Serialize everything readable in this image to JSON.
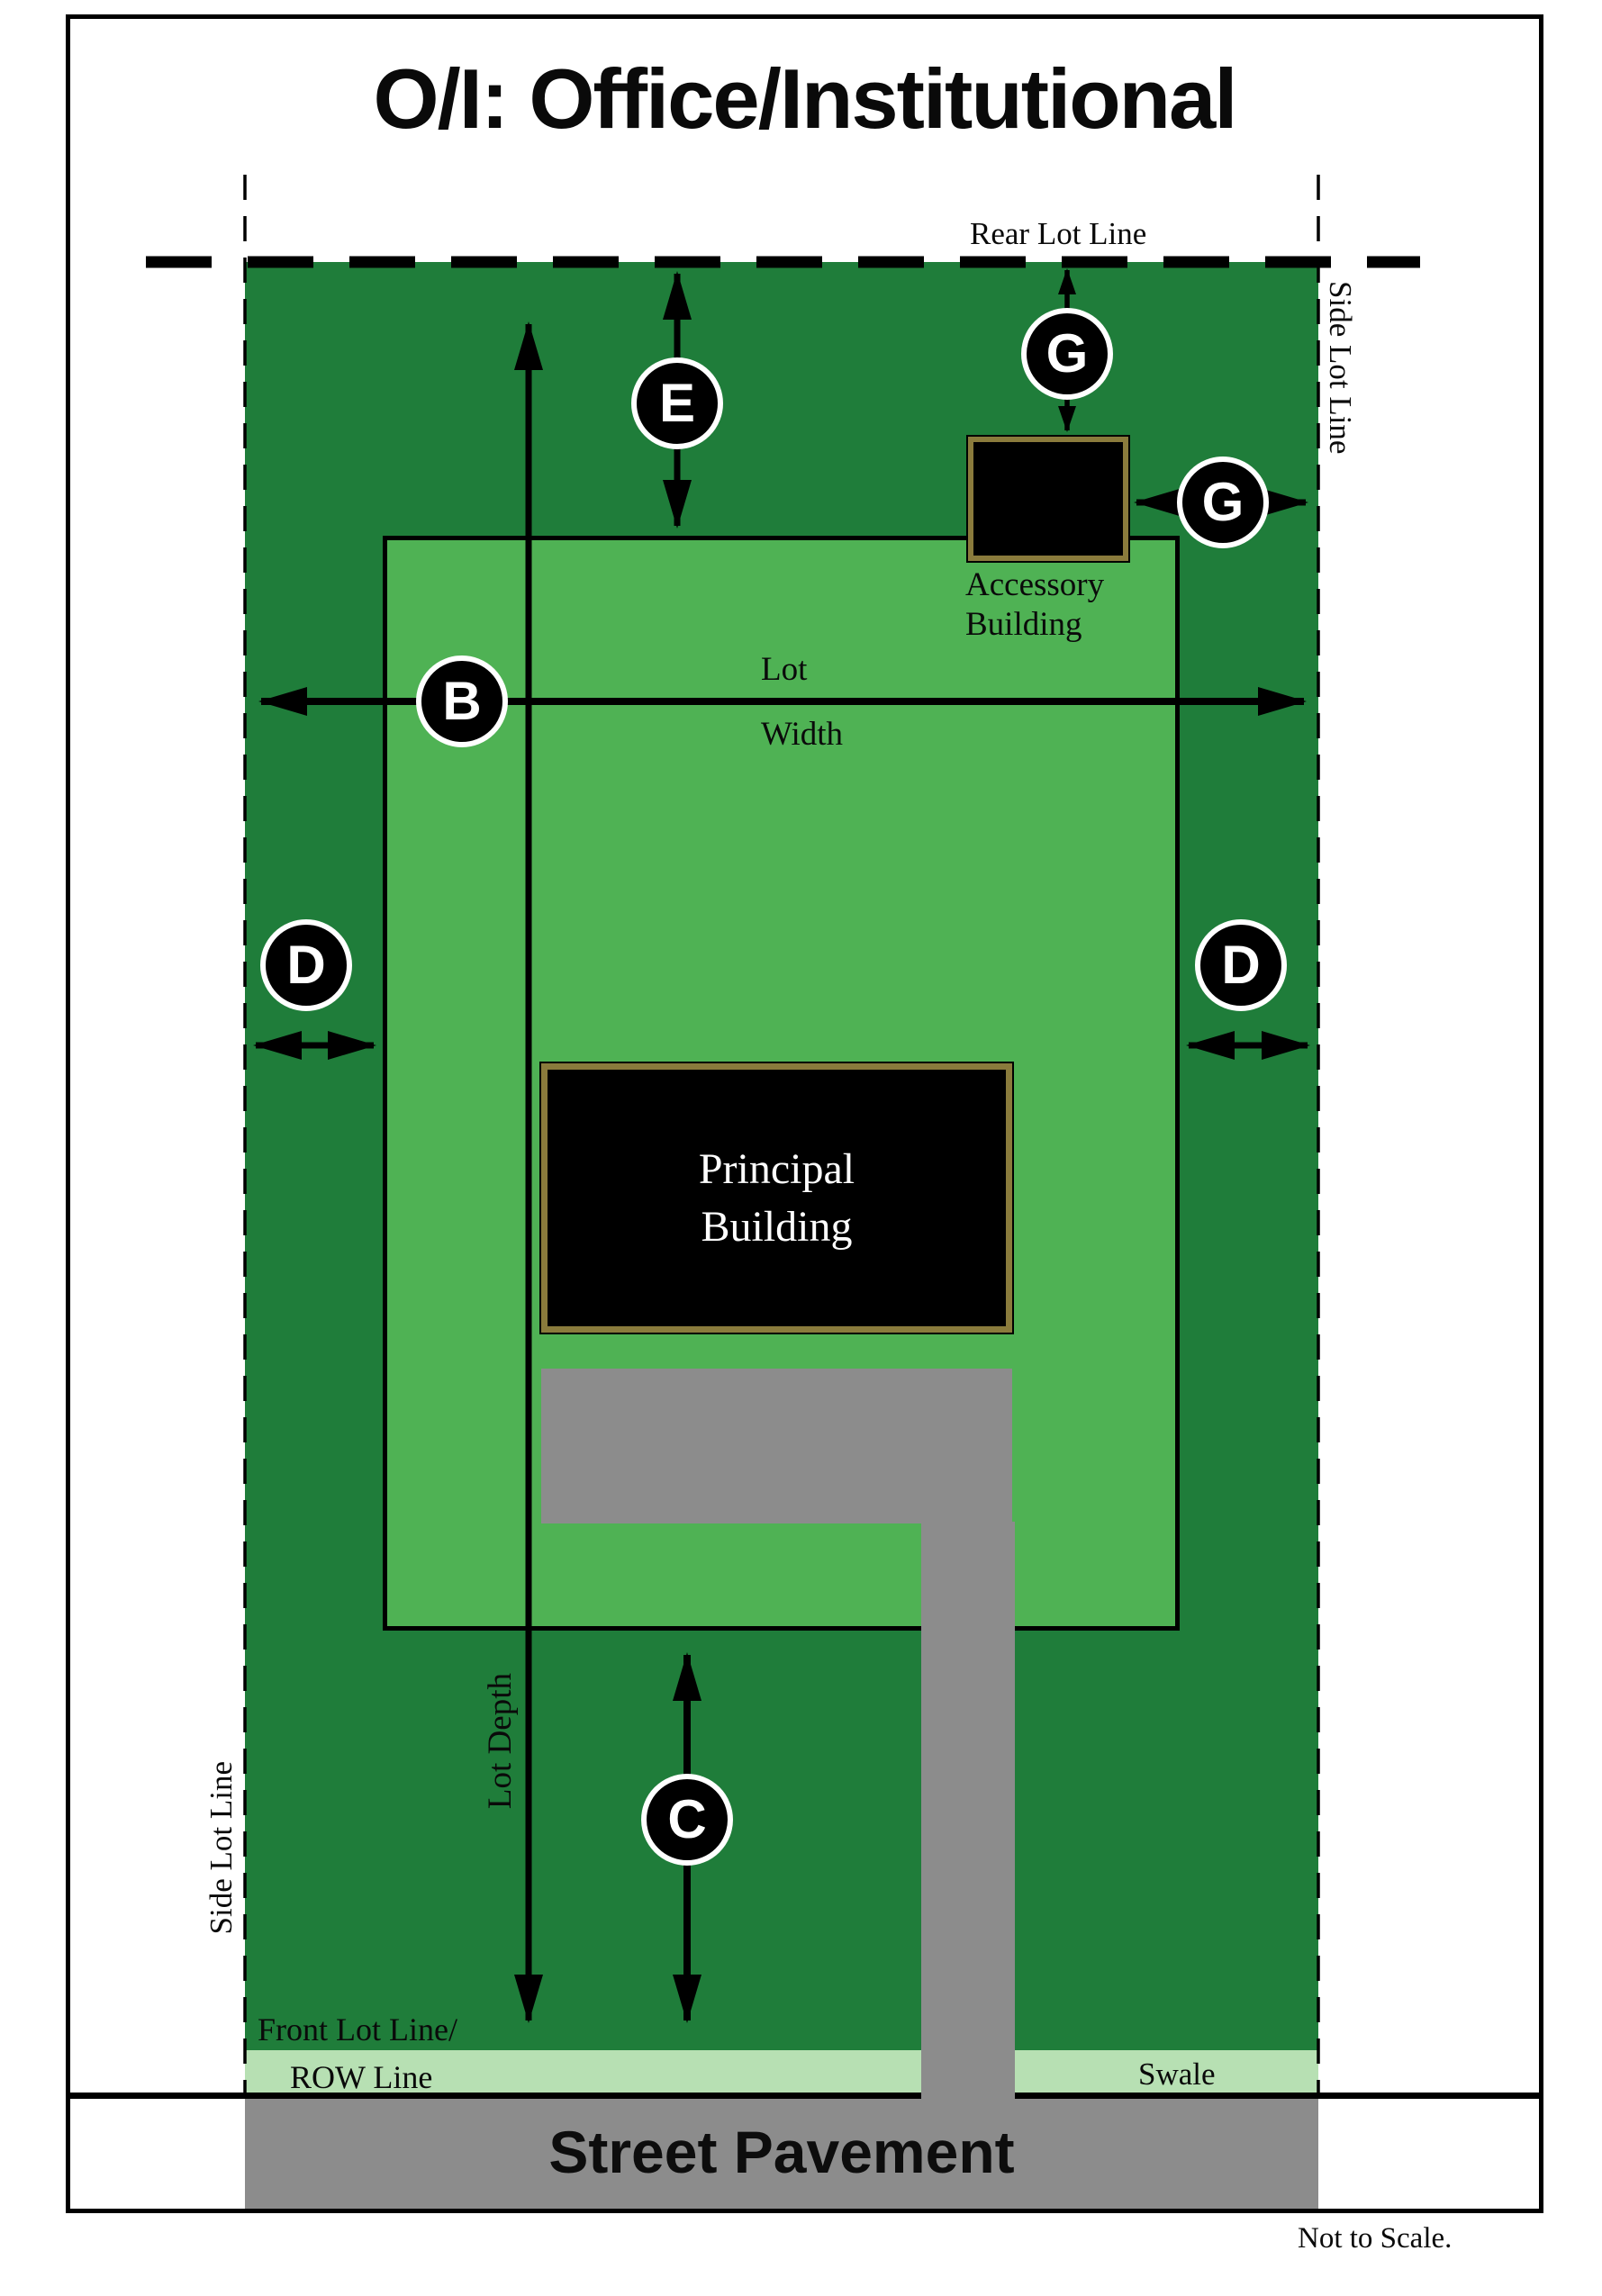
{
  "title": "O/I: Office/Institutional",
  "labels": {
    "rear_lot_line": "Rear Lot Line",
    "side_lot_line_right": "Side Lot Line",
    "side_lot_line_left": "Side Lot Line",
    "lot_width_line1": "Lot",
    "lot_width_line2": "Width",
    "lot_depth": "Lot Depth",
    "front_lot_line_line1": "Front Lot Line/",
    "front_lot_line_line2": "ROW Line",
    "swale": "Swale",
    "street_pavement": "Street Pavement",
    "not_to_scale": "Not to Scale."
  },
  "buildings": {
    "principal_line1": "Principal",
    "principal_line2": "Building",
    "accessory_line1": "Accessory",
    "accessory_line2": "Building"
  },
  "markers": {
    "rear_setback": "E",
    "accessory_rear_setback": "G",
    "accessory_side_setback": "G",
    "lot_width": "B",
    "side_setback_left": "D",
    "side_setback_right": "D",
    "front_setback": "C"
  },
  "colors": {
    "lot_green": "#1f7d3a",
    "buildable_green": "#4fb254",
    "swale_green": "#b7e0b3",
    "pavement_gray": "#8c8c8c",
    "building_fill": "#000000",
    "building_border_gold": "#8a7b3c"
  }
}
